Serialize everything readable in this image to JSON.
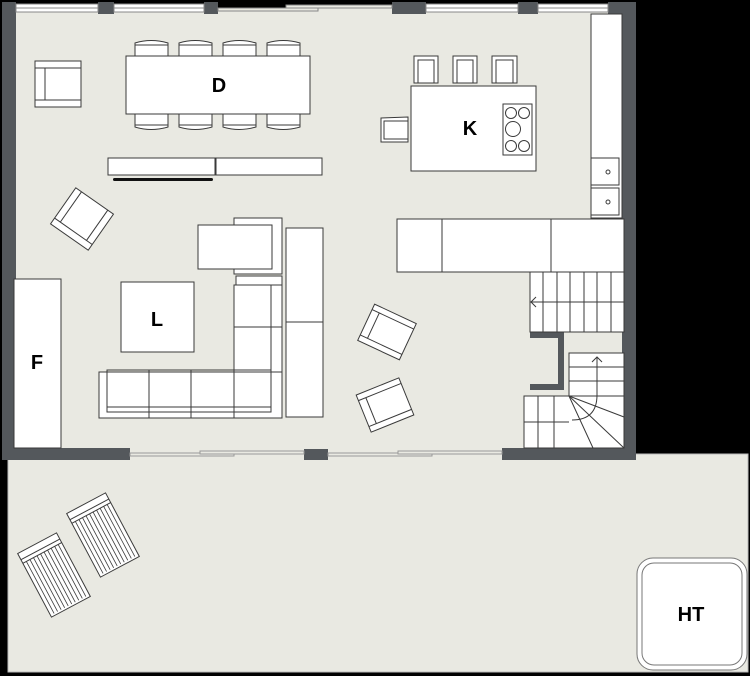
{
  "floor_plan": {
    "colors": {
      "background": "#000000",
      "floor": "#e9e9e2",
      "wall": "#54585c",
      "furniture_fill": "#ffffff",
      "furniture_stroke": "#3a3a3a",
      "label": "#000000"
    },
    "rooms": [
      {
        "id": "dining",
        "label": "D",
        "description": "Dining table with 8 chairs"
      },
      {
        "id": "kitchen",
        "label": "K",
        "description": "Kitchen island with cooktop and 4 stools"
      },
      {
        "id": "living",
        "label": "L",
        "description": "Living area with coffee table and L-shaped sofa"
      },
      {
        "id": "fireplace",
        "label": "F",
        "description": "Fireplace / built-in unit on west wall"
      },
      {
        "id": "hot_tub",
        "label": "HT",
        "description": "Hot tub on terrace"
      }
    ],
    "features": [
      "Windows along north wall",
      "Sliding doors along south wall",
      "Staircase with winder",
      "Two lounge chairs on terrace",
      "Four armchairs"
    ]
  }
}
